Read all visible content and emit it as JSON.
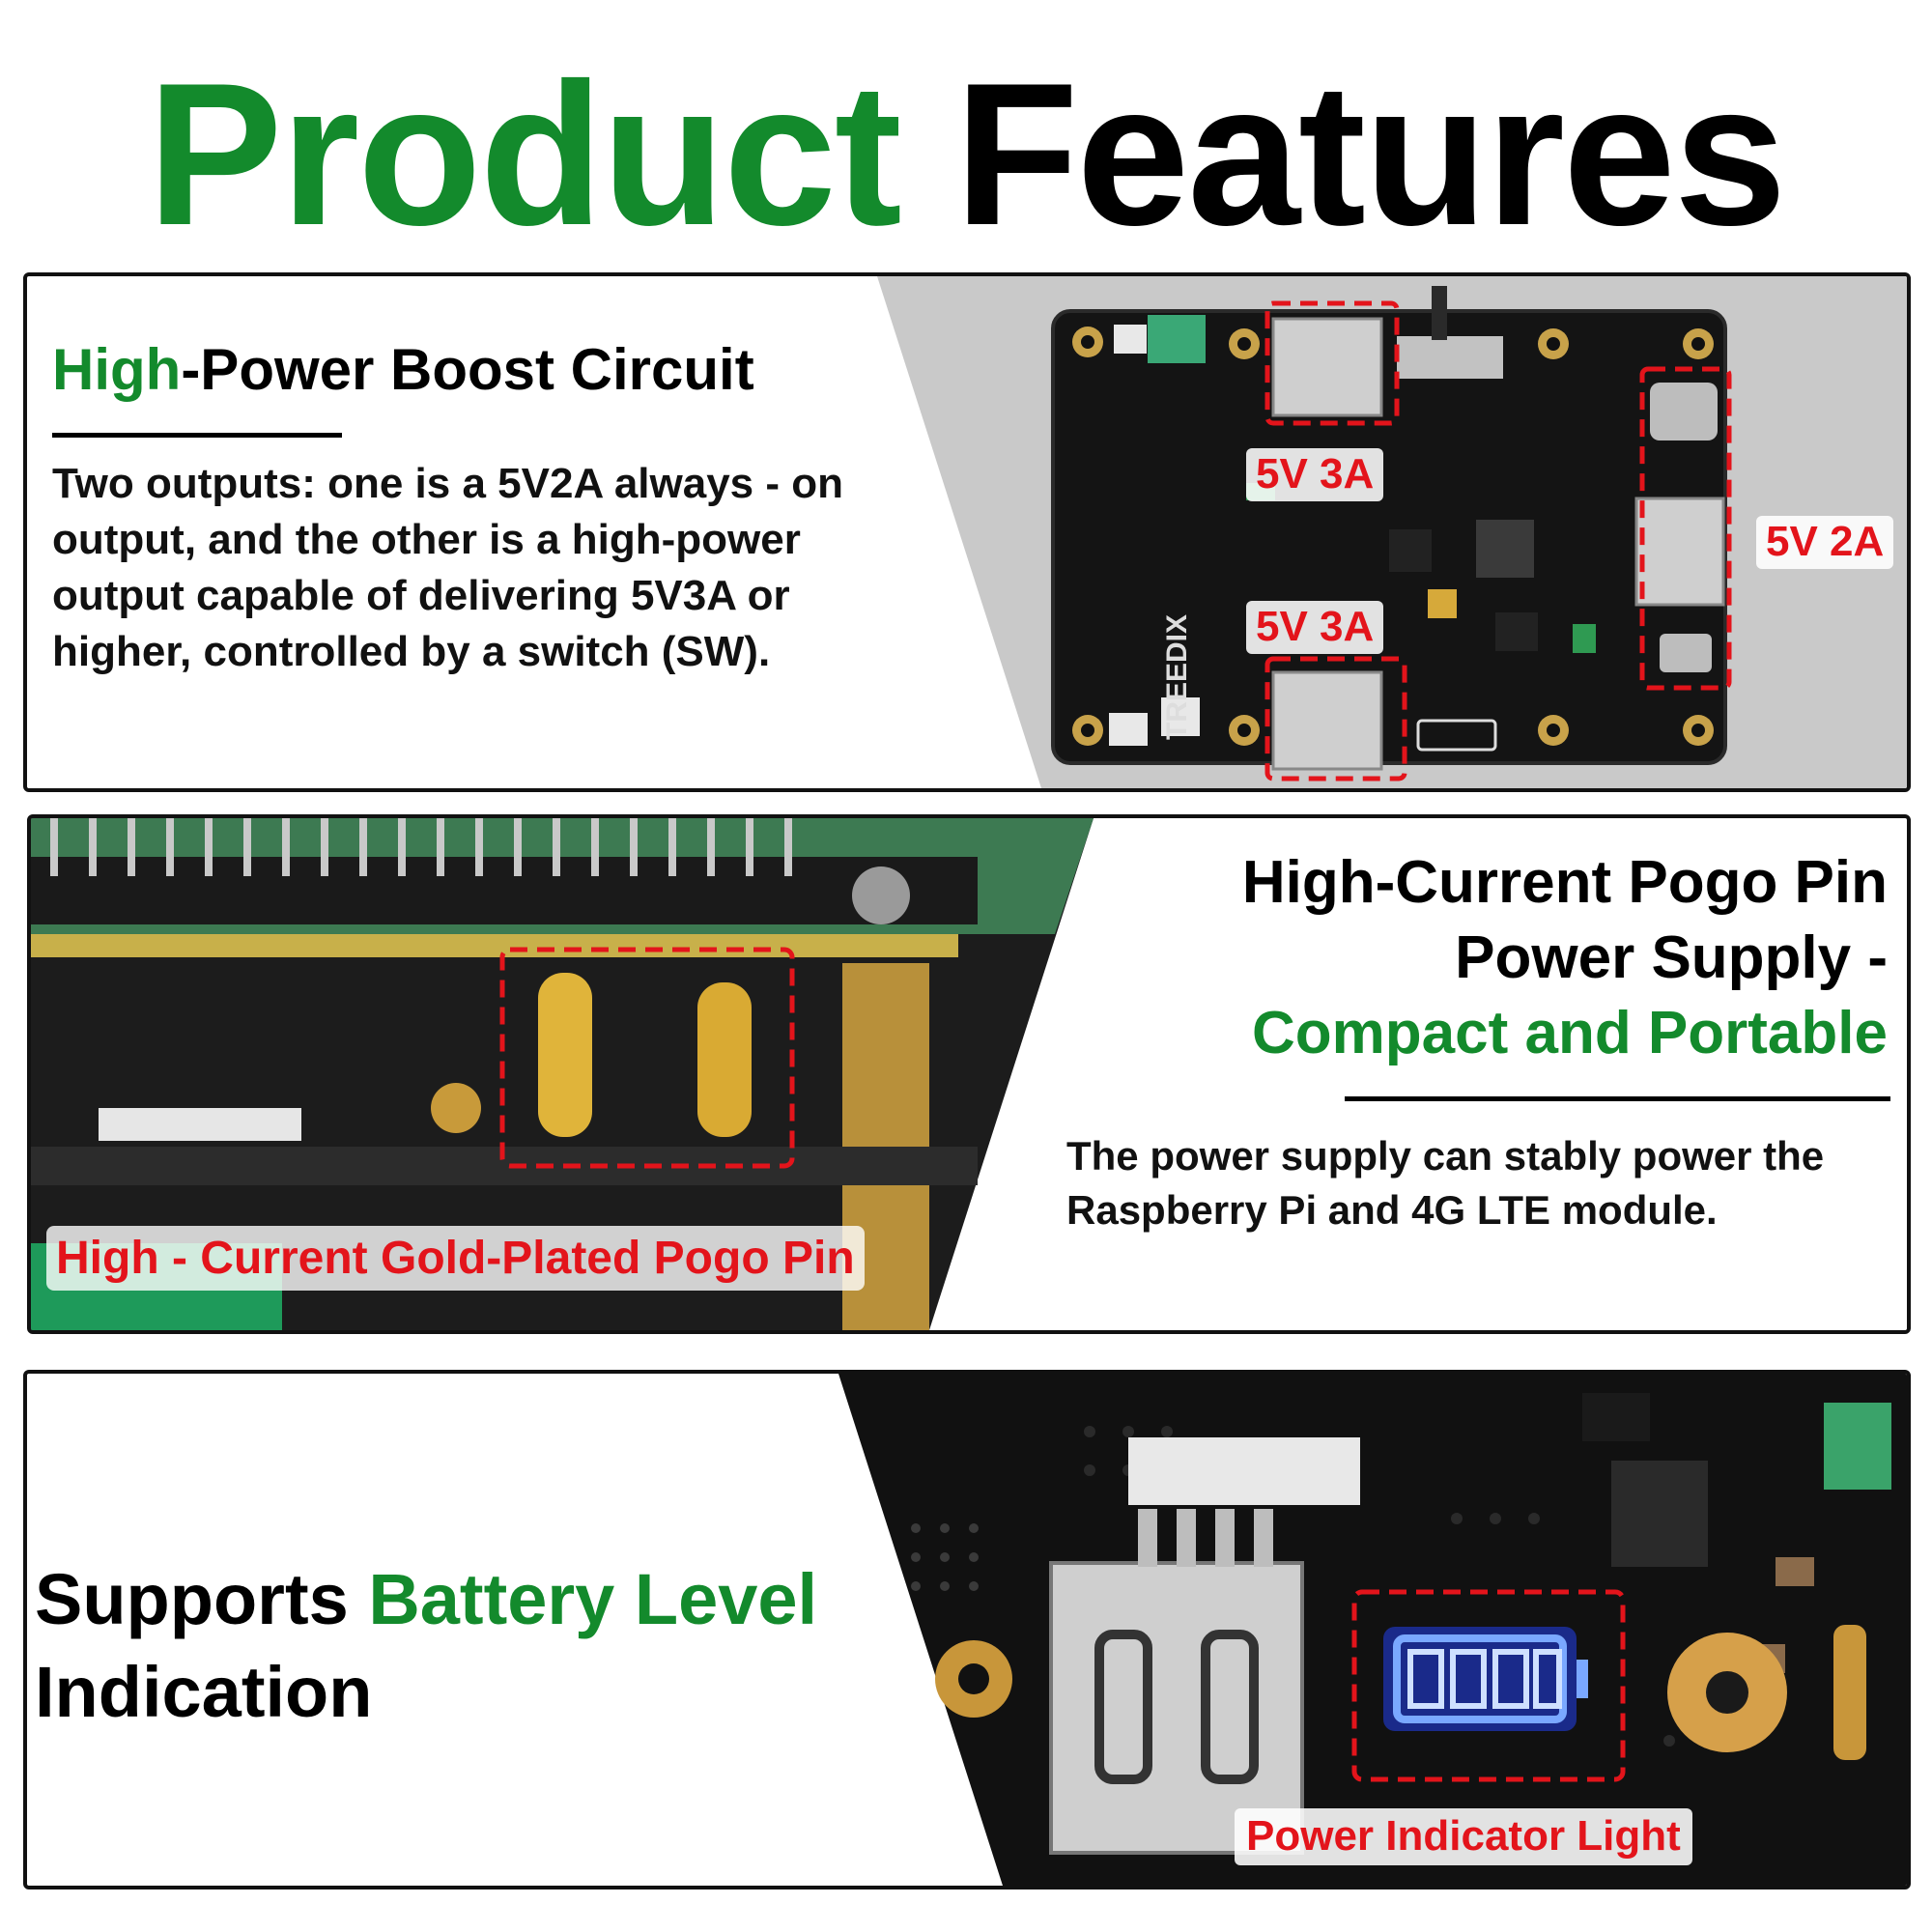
{
  "title": {
    "part1": "Product",
    "part2": "Features"
  },
  "panel1": {
    "heading_green": "High",
    "heading_rest": "-Power Boost Circuit",
    "body": "Two outputs: one is a 5V2A always - on output, and the other is a high-power output capable of delivering 5V3A or higher, controlled by a switch (SW).",
    "label_top": "5V 3A",
    "label_bottom": "5V 3A",
    "label_right": "5V 2A"
  },
  "panel2": {
    "heading_line1": "High-Current Pogo Pin",
    "heading_line2": "Power Supply -",
    "heading_line3": "Compact and Portable",
    "body": "The power supply can stably power the Raspberry Pi and 4G LTE module.",
    "label": "High - Current Gold-Plated Pogo Pin"
  },
  "panel3": {
    "heading_black1": "Supports",
    "heading_green": "Battery Level",
    "heading_black2": "Indication",
    "label": "Power Indicator Light"
  },
  "colors": {
    "green": "#138a2c",
    "red": "#e3141b",
    "border": "#111111",
    "grey": "#c9c9c9"
  }
}
